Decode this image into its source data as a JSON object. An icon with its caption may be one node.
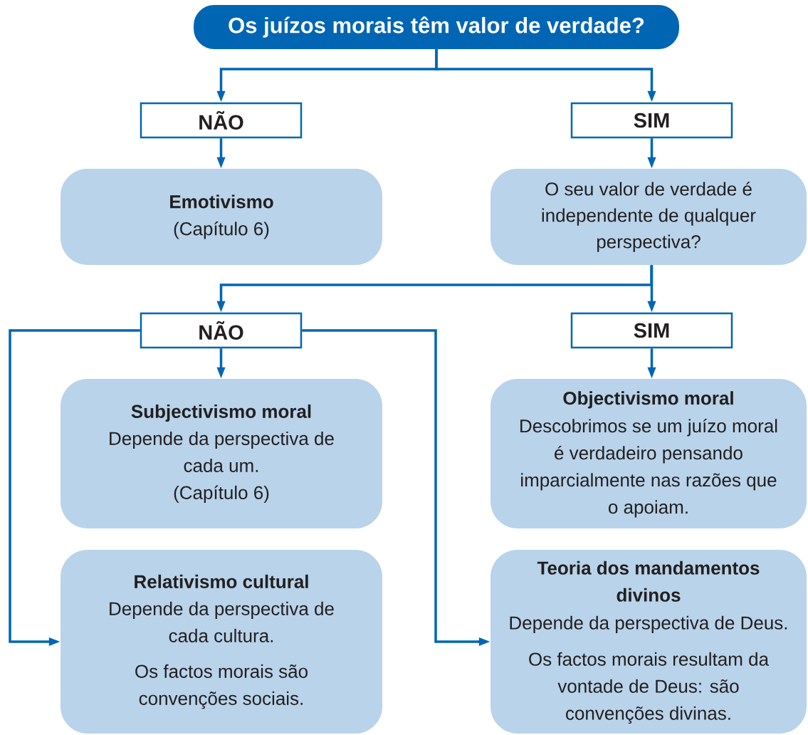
{
  "diagram": {
    "nodes": [
      {
        "text": [
          "Os juízos morais têm valor de verdade?"
        ]
      },
      {
        "text": [
          "NÃO"
        ]
      },
      {
        "text": [
          "SIM"
        ]
      },
      {
        "text": [
          "Emotivismo",
          "(Capítulo 6)"
        ]
      },
      {
        "text": [
          "O seu valor de verdade é independente de qualquer perspectiva?"
        ]
      },
      {
        "text": [
          "NÃO"
        ]
      },
      {
        "text": [
          "SIM"
        ]
      },
      {
        "text": [
          "Subjectivismo moral",
          "Depende da perspectiva de cada um.",
          "(Capítulo 6)"
        ]
      },
      {
        "text": [
          "Objectivismo moral",
          "Descobrimos se um juízo moral é verdadeiro pensando imparcialmente nas razões que o apoiam."
        ]
      },
      {
        "text": [
          "Relativismo cultural",
          "Depende da perspectiva de cada cultura.",
          "Os factos morais são convenções sociais."
        ]
      },
      {
        "text": [
          "Teoria dos mandamentos divinos",
          "Depende da perspectiva de Deus.",
          "Os factos morais resultam da vontade de Deus: são convenções divinas."
        ]
      }
    ],
    "edges": [
      {
        "from": 0,
        "to": 1,
        "arrow": "to"
      },
      {
        "from": 0,
        "to": 2,
        "arrow": "to"
      },
      {
        "from": 1,
        "to": 3,
        "arrow": "to"
      },
      {
        "from": 2,
        "to": 4,
        "arrow": "to"
      },
      {
        "from": 4,
        "to": 5,
        "arrow": "to"
      },
      {
        "from": 4,
        "to": 6,
        "arrow": "to"
      },
      {
        "from": 5,
        "to": 7,
        "arrow": "to"
      },
      {
        "from": 6,
        "to": 8,
        "arrow": "to"
      },
      {
        "from": 5,
        "to": 9,
        "arrow": "to"
      },
      {
        "from": 5,
        "to": 10,
        "arrow": "to"
      }
    ]
  }
}
